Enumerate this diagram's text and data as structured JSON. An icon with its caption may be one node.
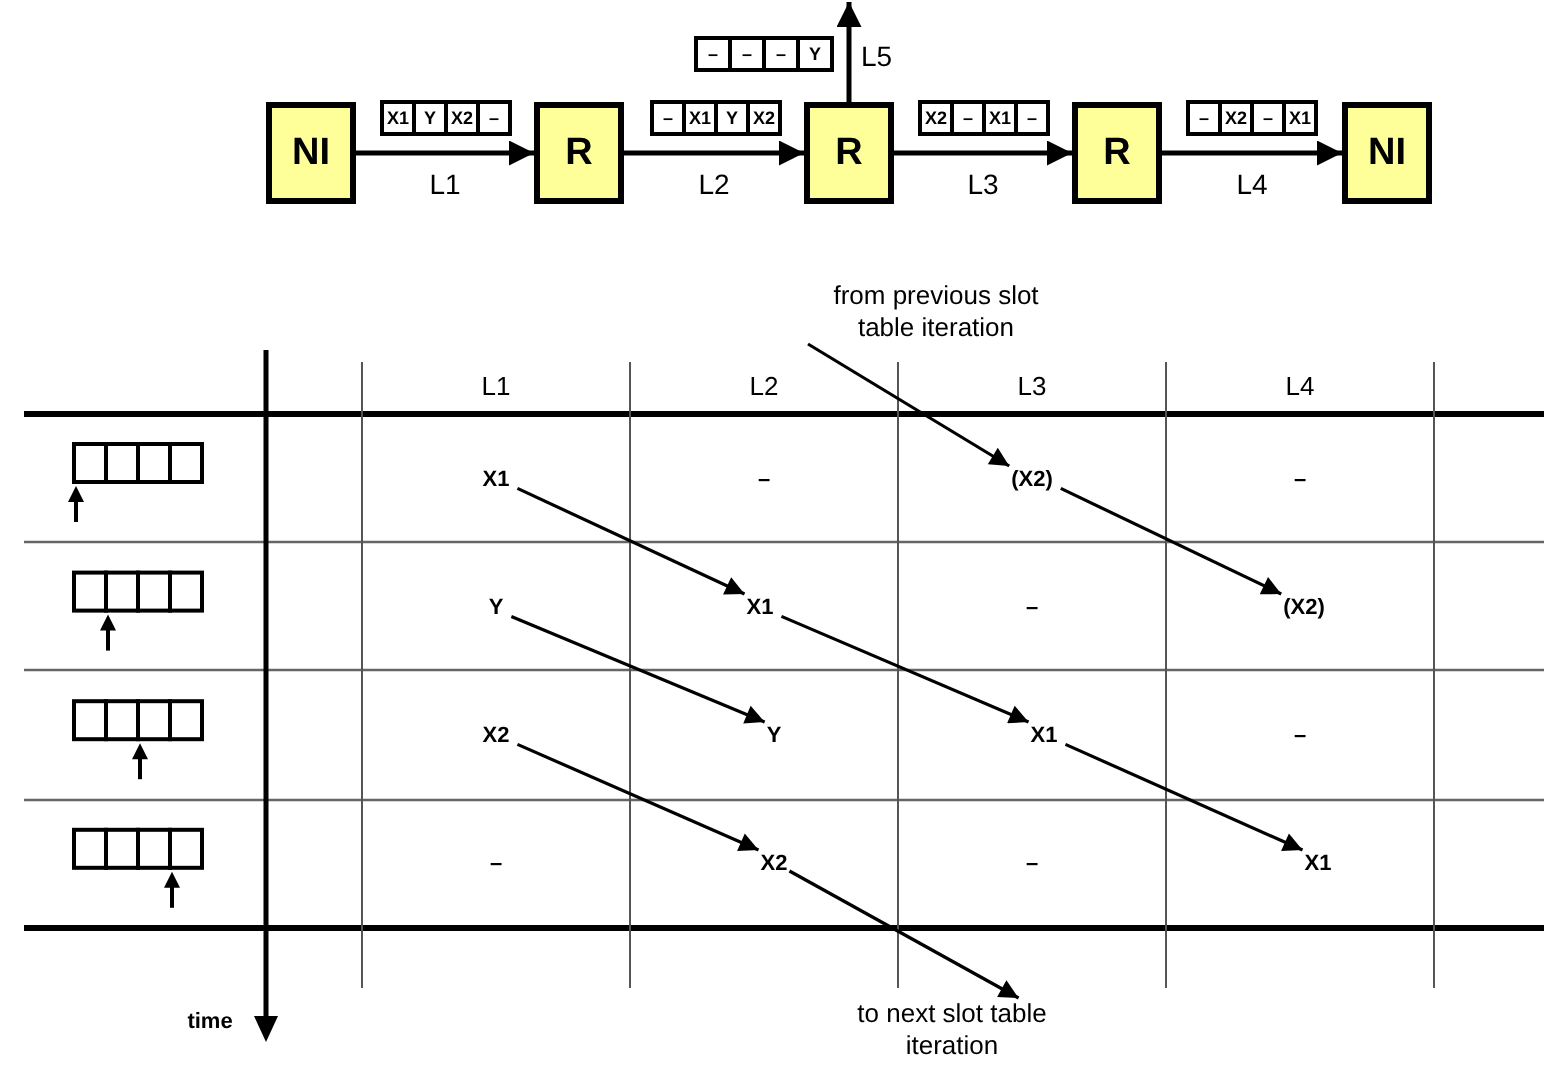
{
  "diagram": {
    "nodes": [
      {
        "text": [
          "NI"
        ]
      },
      {
        "text": [
          "R"
        ]
      },
      {
        "text": [
          "R"
        ]
      },
      {
        "text": [
          "R"
        ]
      },
      {
        "text": [
          "NI"
        ]
      },
      {
        "text": [
          "from previous slot table iteration"
        ]
      },
      {
        "text": [
          "X1"
        ]
      },
      {
        "text": [
          "(X2)"
        ]
      },
      {
        "text": [
          "Y"
        ]
      },
      {
        "text": [
          "X1"
        ]
      },
      {
        "text": [
          "(X2)"
        ]
      },
      {
        "text": [
          "X2"
        ]
      },
      {
        "text": [
          "Y"
        ]
      },
      {
        "text": [
          "X1"
        ]
      },
      {
        "text": [
          "X2"
        ]
      },
      {
        "text": [
          "X1"
        ]
      },
      {
        "text": [
          "to next slot table iteration"
        ]
      }
    ],
    "edges": [
      {
        "from": 0,
        "to": 1,
        "arrow": "to",
        "label": "L1"
      },
      {
        "from": 1,
        "to": 2,
        "arrow": "to",
        "label": "L2"
      },
      {
        "from": 2,
        "to": 3,
        "arrow": "to",
        "label": "L3"
      },
      {
        "from": 3,
        "to": 4,
        "arrow": "to",
        "label": "L4"
      },
      {
        "from": 2,
        "to": null,
        "arrow": "to",
        "label": "L5"
      },
      {
        "from": 5,
        "to": 7,
        "arrow": "to"
      },
      {
        "from": 6,
        "to": 9,
        "arrow": "to"
      },
      {
        "from": 7,
        "to": 10,
        "arrow": "to"
      },
      {
        "from": 8,
        "to": 12,
        "arrow": "to"
      },
      {
        "from": 9,
        "to": 13,
        "arrow": "to"
      },
      {
        "from": 11,
        "to": 14,
        "arrow": "to"
      },
      {
        "from": 13,
        "to": 15,
        "arrow": "to"
      },
      {
        "from": 14,
        "to": 16,
        "arrow": "to"
      }
    ],
    "labels": [
      "–",
      "–",
      "–",
      "Y",
      "X1",
      "Y",
      "X2",
      "–",
      "–",
      "X1",
      "Y",
      "X2",
      "X2",
      "–",
      "X1",
      "–",
      "–",
      "X2",
      "–",
      "X1",
      "L1",
      "L2",
      "L3",
      "L4",
      "–",
      "–",
      "–",
      "–",
      "–",
      "–",
      "time"
    ]
  }
}
